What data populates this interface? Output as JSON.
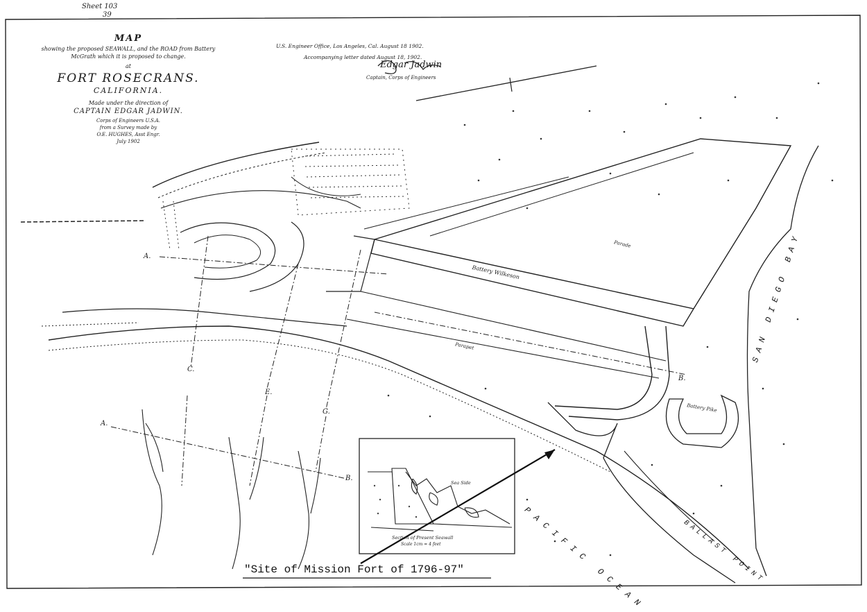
{
  "stamp": {
    "line1": "Sheet 103",
    "line2": "39"
  },
  "title_block": {
    "map_title": "MAP",
    "subtitle_1": "showing the proposed SEAWALL, and the ROAD from Battery",
    "subtitle_2": "McGrath which it is proposed to change.",
    "at": "at",
    "fort_name": "FORT ROSECRANS.",
    "state": "CALIFORNIA.",
    "direction_1": "Made under the direction of",
    "director": "CAPTAIN EDGAR JADWIN.",
    "corps": "Corps of Engineers U.S.A.",
    "survey": "from a Survey made by",
    "surveyor": "O.E. HUGHES, Asst Engr.",
    "date": "July 1902"
  },
  "office_block": {
    "line1": "U.S. Engineer Office, Los Angeles, Cal. August 18 1902.",
    "line2": "Accompanying letter dated August 18, 1902.",
    "signature": "Edgar Jadwin",
    "sign_title": "Captain, Corps of Engineers"
  },
  "labels": {
    "battery": "Battery Wilkeson",
    "parade": "Parade",
    "parapet": "Parapet",
    "battery_pike": "Battery Pike",
    "san_diego_bay": "SAN DIEGO BAY",
    "pacific_ocean": "PACIFIC OCEAN",
    "ballast_point": "BALLAST POINT",
    "section_a": "A.",
    "section_b": "B.",
    "section_c": "C.",
    "section_e": "E.",
    "section_g": "G.",
    "section_b2": "B.",
    "section_a2": "A."
  },
  "inset": {
    "caption_1": "Section of Present Seawall",
    "caption_2": "Scale 1cm = 4 feet",
    "sea_side": "Sea Side"
  },
  "annotation": {
    "text": "\"Site of Mission Fort of 1796-97\""
  },
  "colors": {
    "ink": "#1a1a1a",
    "paper": "#ffffff"
  }
}
